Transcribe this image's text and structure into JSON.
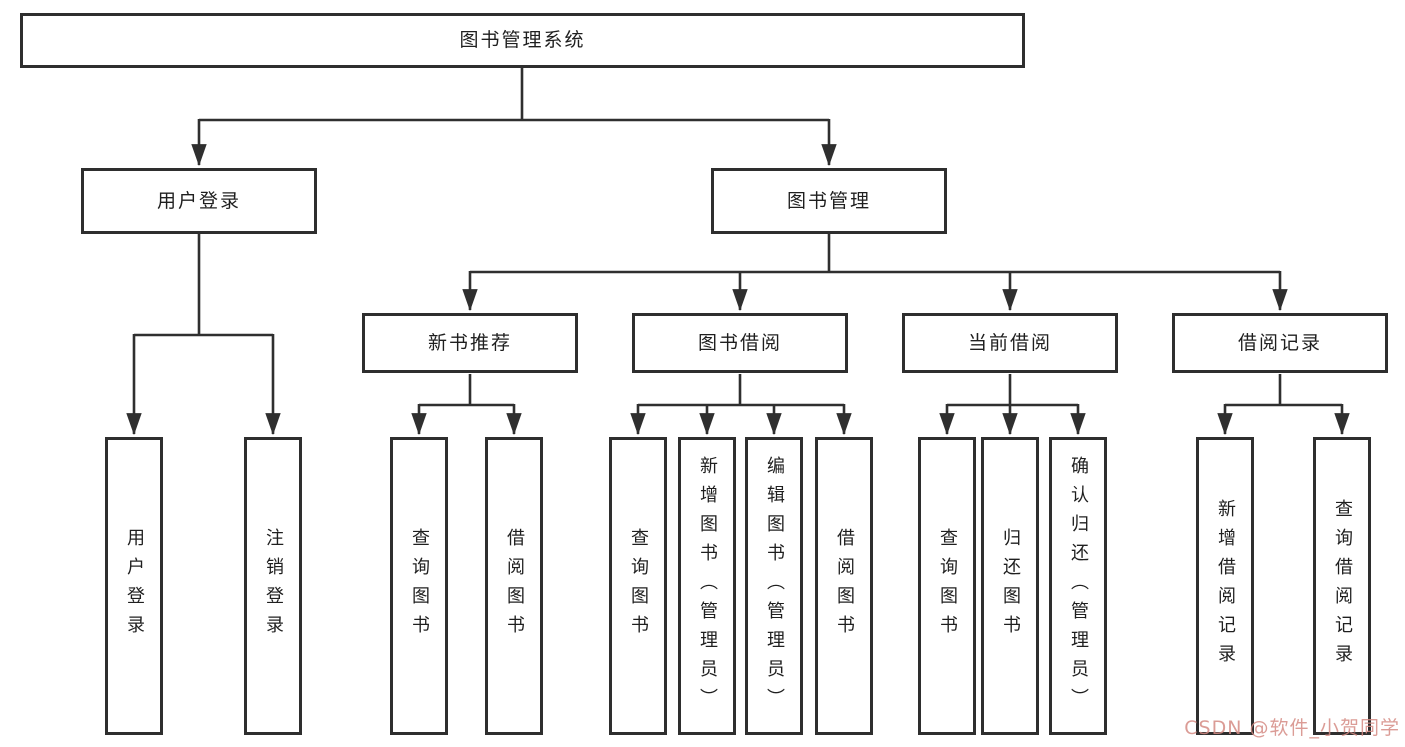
{
  "nodes": {
    "root": "图书管理系统",
    "level2": [
      {
        "id": "user-login",
        "label": "用户登录"
      },
      {
        "id": "book-management",
        "label": "图书管理"
      }
    ],
    "level3": [
      {
        "id": "new-book-recommend",
        "label": "新书推荐"
      },
      {
        "id": "book-borrow",
        "label": "图书借阅"
      },
      {
        "id": "current-borrow",
        "label": "当前借阅"
      },
      {
        "id": "borrow-records",
        "label": "借阅记录"
      }
    ],
    "leaves": {
      "user_login": [
        "用户登录",
        "注销登录"
      ],
      "new_book_recommend": [
        "查询图书",
        "借阅图书"
      ],
      "book_borrow": [
        "查询图书",
        "新增图书（管理员）",
        "编辑图书（管理员）",
        "借阅图书"
      ],
      "current_borrow": [
        "查询图书",
        "归还图书",
        "确认归还（管理员）"
      ],
      "borrow_records": [
        "新增借阅记录",
        "查询借阅记录"
      ]
    }
  },
  "watermark": "CSDN @软件_小贺同学",
  "colors": {
    "line": "#2f2f2f",
    "box_border": "#2e2e2e",
    "text": "#1f1f1f",
    "watermark": "#d58b84"
  }
}
